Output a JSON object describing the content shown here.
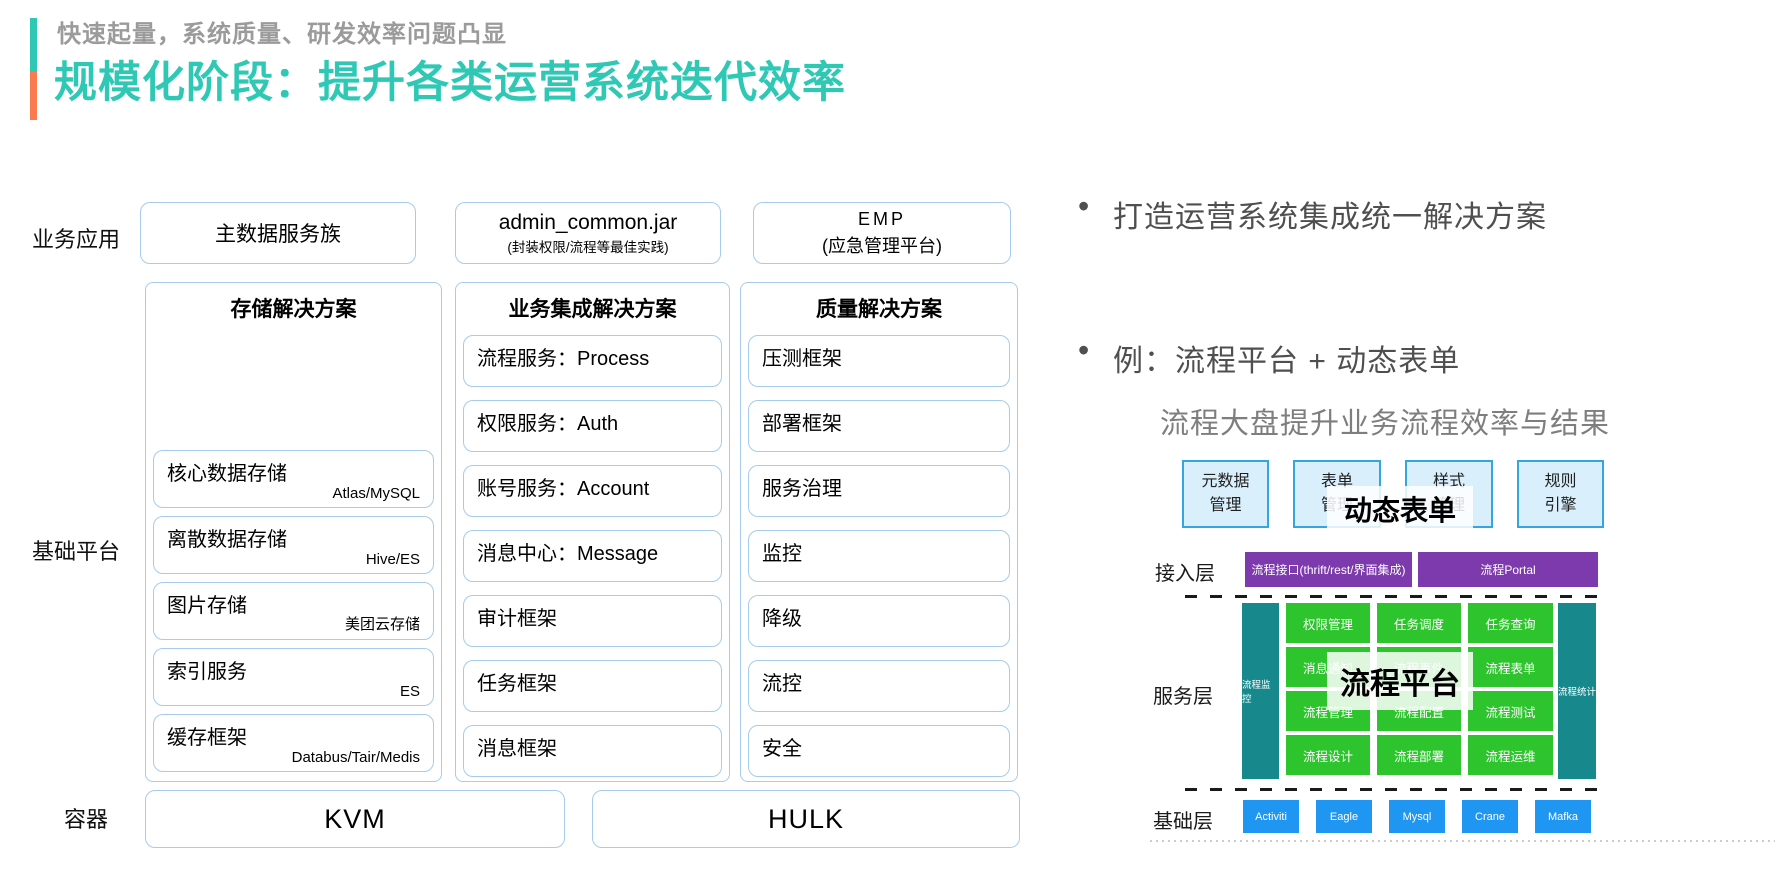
{
  "header": {
    "kicker": "快速起量，系统质量、研发效率问题凸显",
    "title": "规模化阶段：提升各类运营系统迭代效率"
  },
  "colors": {
    "accent_teal": "#2ec8b5",
    "accent_orange": "#fb7b4f",
    "box_border_blue": "#a7cbea",
    "lightblue_fill": "#d9effb",
    "lightblue_border": "#33a6de",
    "purple": "#7c3aac",
    "green": "#2ec42e",
    "teal_bar": "#17898c",
    "base_blue": "#2096f3",
    "kicker_gray": "#9b9b9b"
  },
  "arch": {
    "labels": {
      "apps": "业务应用",
      "platform": "基础平台",
      "container": "容器"
    },
    "apps": [
      {
        "title": "主数据服务族",
        "subtitle": ""
      },
      {
        "title": "admin_common.jar",
        "subtitle": "(封装权限/流程等最佳实践)"
      },
      {
        "title": "EMP",
        "subtitle": "(应急管理平台)"
      }
    ],
    "columns": [
      {
        "title": "存储解决方案",
        "boxes": [
          {
            "label": "核心数据存储",
            "sub": "Atlas/MySQL"
          },
          {
            "label": "离散数据存储",
            "sub": "Hive/ES"
          },
          {
            "label": "图片存储",
            "sub": "美团云存储"
          },
          {
            "label": "索引服务",
            "sub": "ES"
          },
          {
            "label": "缓存框架",
            "sub": "Databus/Tair/Medis"
          }
        ]
      },
      {
        "title": "业务集成解决方案",
        "boxes": [
          {
            "label": "流程服务：Process"
          },
          {
            "label": "权限服务：Auth"
          },
          {
            "label": "账号服务：Account"
          },
          {
            "label": "消息中心：Message"
          },
          {
            "label": "审计框架"
          },
          {
            "label": "任务框架"
          },
          {
            "label": "消息框架"
          }
        ]
      },
      {
        "title": "质量解决方案",
        "boxes": [
          {
            "label": "压测框架"
          },
          {
            "label": "部署框架"
          },
          {
            "label": "服务治理"
          },
          {
            "label": "监控"
          },
          {
            "label": "降级"
          },
          {
            "label": "流控"
          },
          {
            "label": "安全"
          }
        ]
      }
    ],
    "containers": [
      {
        "label": "KVM"
      },
      {
        "label": "HULK"
      }
    ]
  },
  "notes": {
    "bullet_glyph": "•",
    "bullet1": "打造运营系统集成统一解决方案",
    "bullet2": "例：流程平台 + 动态表单",
    "subnote": "流程大盘提升业务流程效率与结果"
  },
  "platform": {
    "form_row": [
      {
        "line1": "元数据",
        "line2": "管理"
      },
      {
        "line1": "表单",
        "line2": "管理"
      },
      {
        "line1": "样式",
        "line2": "管理"
      },
      {
        "line1": "规则",
        "line2": "引擎"
      }
    ],
    "form_overlay": "动态表单",
    "access": {
      "label": "接入层",
      "api": "流程接口(thrift/rest/界面集成)",
      "portal": "流程Portal"
    },
    "service": {
      "label": "服务层",
      "left_bar": "流程监控",
      "right_bar": "流程统计",
      "overlay": "流程平台",
      "grid": [
        [
          "权限管理",
          "任务调度",
          "任务查询"
        ],
        [
          "消息通知",
          "流程事件",
          "流程表单"
        ],
        [
          "流程管理",
          "流程配置",
          "流程测试"
        ],
        [
          "流程设计",
          "流程部署",
          "流程运维"
        ]
      ]
    },
    "base": {
      "label": "基础层",
      "items": [
        "Activiti",
        "Eagle",
        "Mysql",
        "Crane",
        "Mafka"
      ]
    }
  }
}
